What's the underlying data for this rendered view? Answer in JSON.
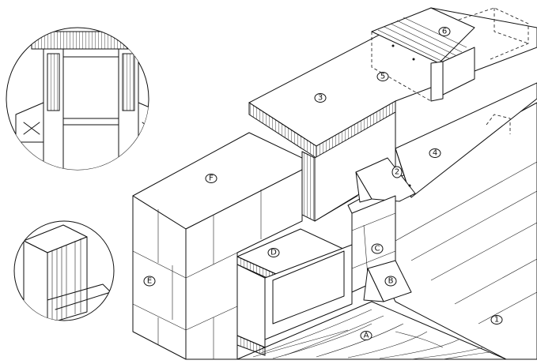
{
  "labels": {
    "A": "A",
    "B": "B",
    "C": "C",
    "D": "D",
    "E": "E",
    "F": "F",
    "n1": "1",
    "n2": "2",
    "n3": "3",
    "n4": "4",
    "n5": "5",
    "n6": "6"
  }
}
